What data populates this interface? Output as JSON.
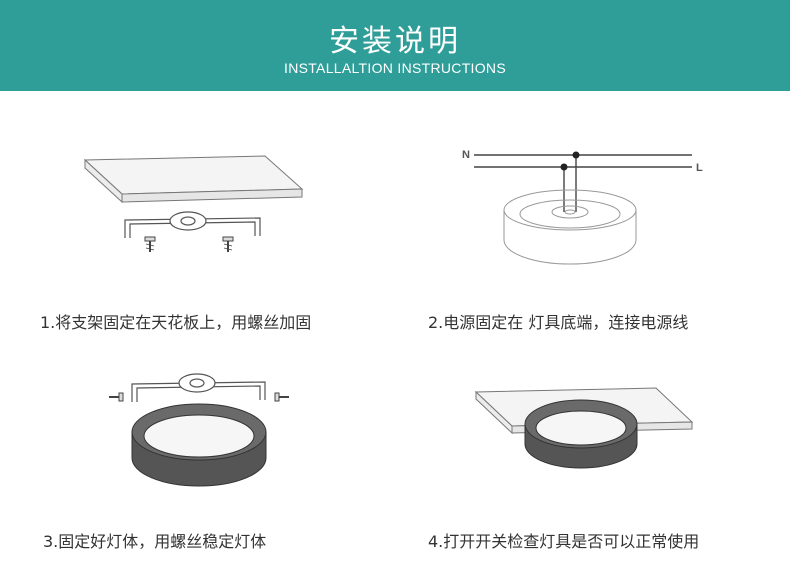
{
  "header": {
    "title": "安装说明",
    "subtitle": "INSTALLALTION INSTRUCTIONS"
  },
  "steps": [
    {
      "caption": "1.将支架固定在天花板上，用螺丝加固",
      "illustration": "ceiling-bracket-screws"
    },
    {
      "caption": "2.电源固定在 灯具底端，连接电源线",
      "illustration": "wiring-diagram"
    },
    {
      "caption": "3.固定好灯体，用螺丝稳定灯体",
      "illustration": "lamp-bracket-screws"
    },
    {
      "caption": "4.打开开关检查灯具是否可以正常使用",
      "illustration": "lamp-mounted-ceiling"
    }
  ],
  "wiring_labels": {
    "neutral": "N",
    "live": "L"
  },
  "colors": {
    "banner": "#2f9e99",
    "banner_text": "#ffffff",
    "caption_text": "#333333"
  }
}
